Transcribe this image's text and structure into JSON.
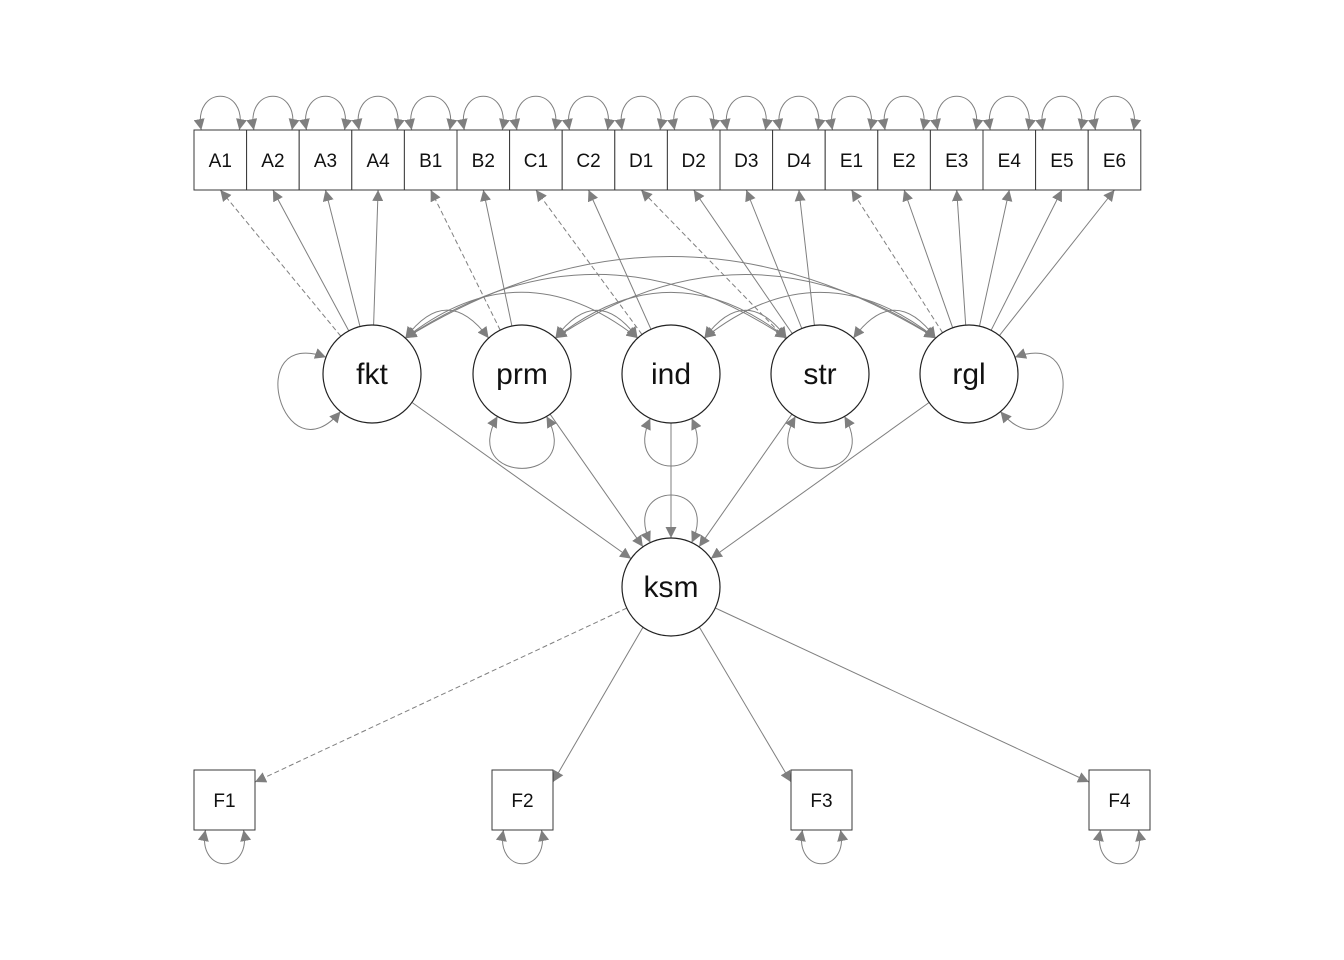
{
  "colors": {
    "edge": "#7f7f7f",
    "node_stroke": "#222222",
    "background": "#ffffff"
  },
  "indicators": {
    "top": [
      "A1",
      "A2",
      "A3",
      "A4",
      "B1",
      "B2",
      "C1",
      "C2",
      "D1",
      "D2",
      "D3",
      "D4",
      "E1",
      "E2",
      "E3",
      "E4",
      "E5",
      "E6"
    ],
    "bottom": [
      "F1",
      "F2",
      "F3",
      "F4"
    ]
  },
  "latents": {
    "exogenous": [
      "fkt",
      "prm",
      "ind",
      "str",
      "rgl"
    ],
    "endogenous": "ksm"
  },
  "loadings": [
    {
      "from": "fkt",
      "to": "A1",
      "fixed": true
    },
    {
      "from": "fkt",
      "to": "A2"
    },
    {
      "from": "fkt",
      "to": "A3"
    },
    {
      "from": "fkt",
      "to": "A4"
    },
    {
      "from": "prm",
      "to": "B1",
      "fixed": true
    },
    {
      "from": "prm",
      "to": "B2"
    },
    {
      "from": "ind",
      "to": "C1",
      "fixed": true
    },
    {
      "from": "ind",
      "to": "C2"
    },
    {
      "from": "str",
      "to": "D1",
      "fixed": true
    },
    {
      "from": "str",
      "to": "D2"
    },
    {
      "from": "str",
      "to": "D3"
    },
    {
      "from": "str",
      "to": "D4"
    },
    {
      "from": "rgl",
      "to": "E1",
      "fixed": true
    },
    {
      "from": "rgl",
      "to": "E2"
    },
    {
      "from": "rgl",
      "to": "E3"
    },
    {
      "from": "rgl",
      "to": "E4"
    },
    {
      "from": "rgl",
      "to": "E5"
    },
    {
      "from": "rgl",
      "to": "E6"
    },
    {
      "from": "ksm",
      "to": "F1",
      "fixed": true
    },
    {
      "from": "ksm",
      "to": "F2"
    },
    {
      "from": "ksm",
      "to": "F3"
    },
    {
      "from": "ksm",
      "to": "F4"
    }
  ],
  "regressions": [
    {
      "from": "fkt",
      "to": "ksm"
    },
    {
      "from": "prm",
      "to": "ksm"
    },
    {
      "from": "ind",
      "to": "ksm"
    },
    {
      "from": "str",
      "to": "ksm"
    },
    {
      "from": "rgl",
      "to": "ksm"
    }
  ],
  "covariances": [
    [
      "fkt",
      "prm"
    ],
    [
      "fkt",
      "ind"
    ],
    [
      "fkt",
      "str"
    ],
    [
      "fkt",
      "rgl"
    ],
    [
      "prm",
      "ind"
    ],
    [
      "prm",
      "str"
    ],
    [
      "prm",
      "rgl"
    ],
    [
      "ind",
      "str"
    ],
    [
      "ind",
      "rgl"
    ],
    [
      "str",
      "rgl"
    ]
  ]
}
